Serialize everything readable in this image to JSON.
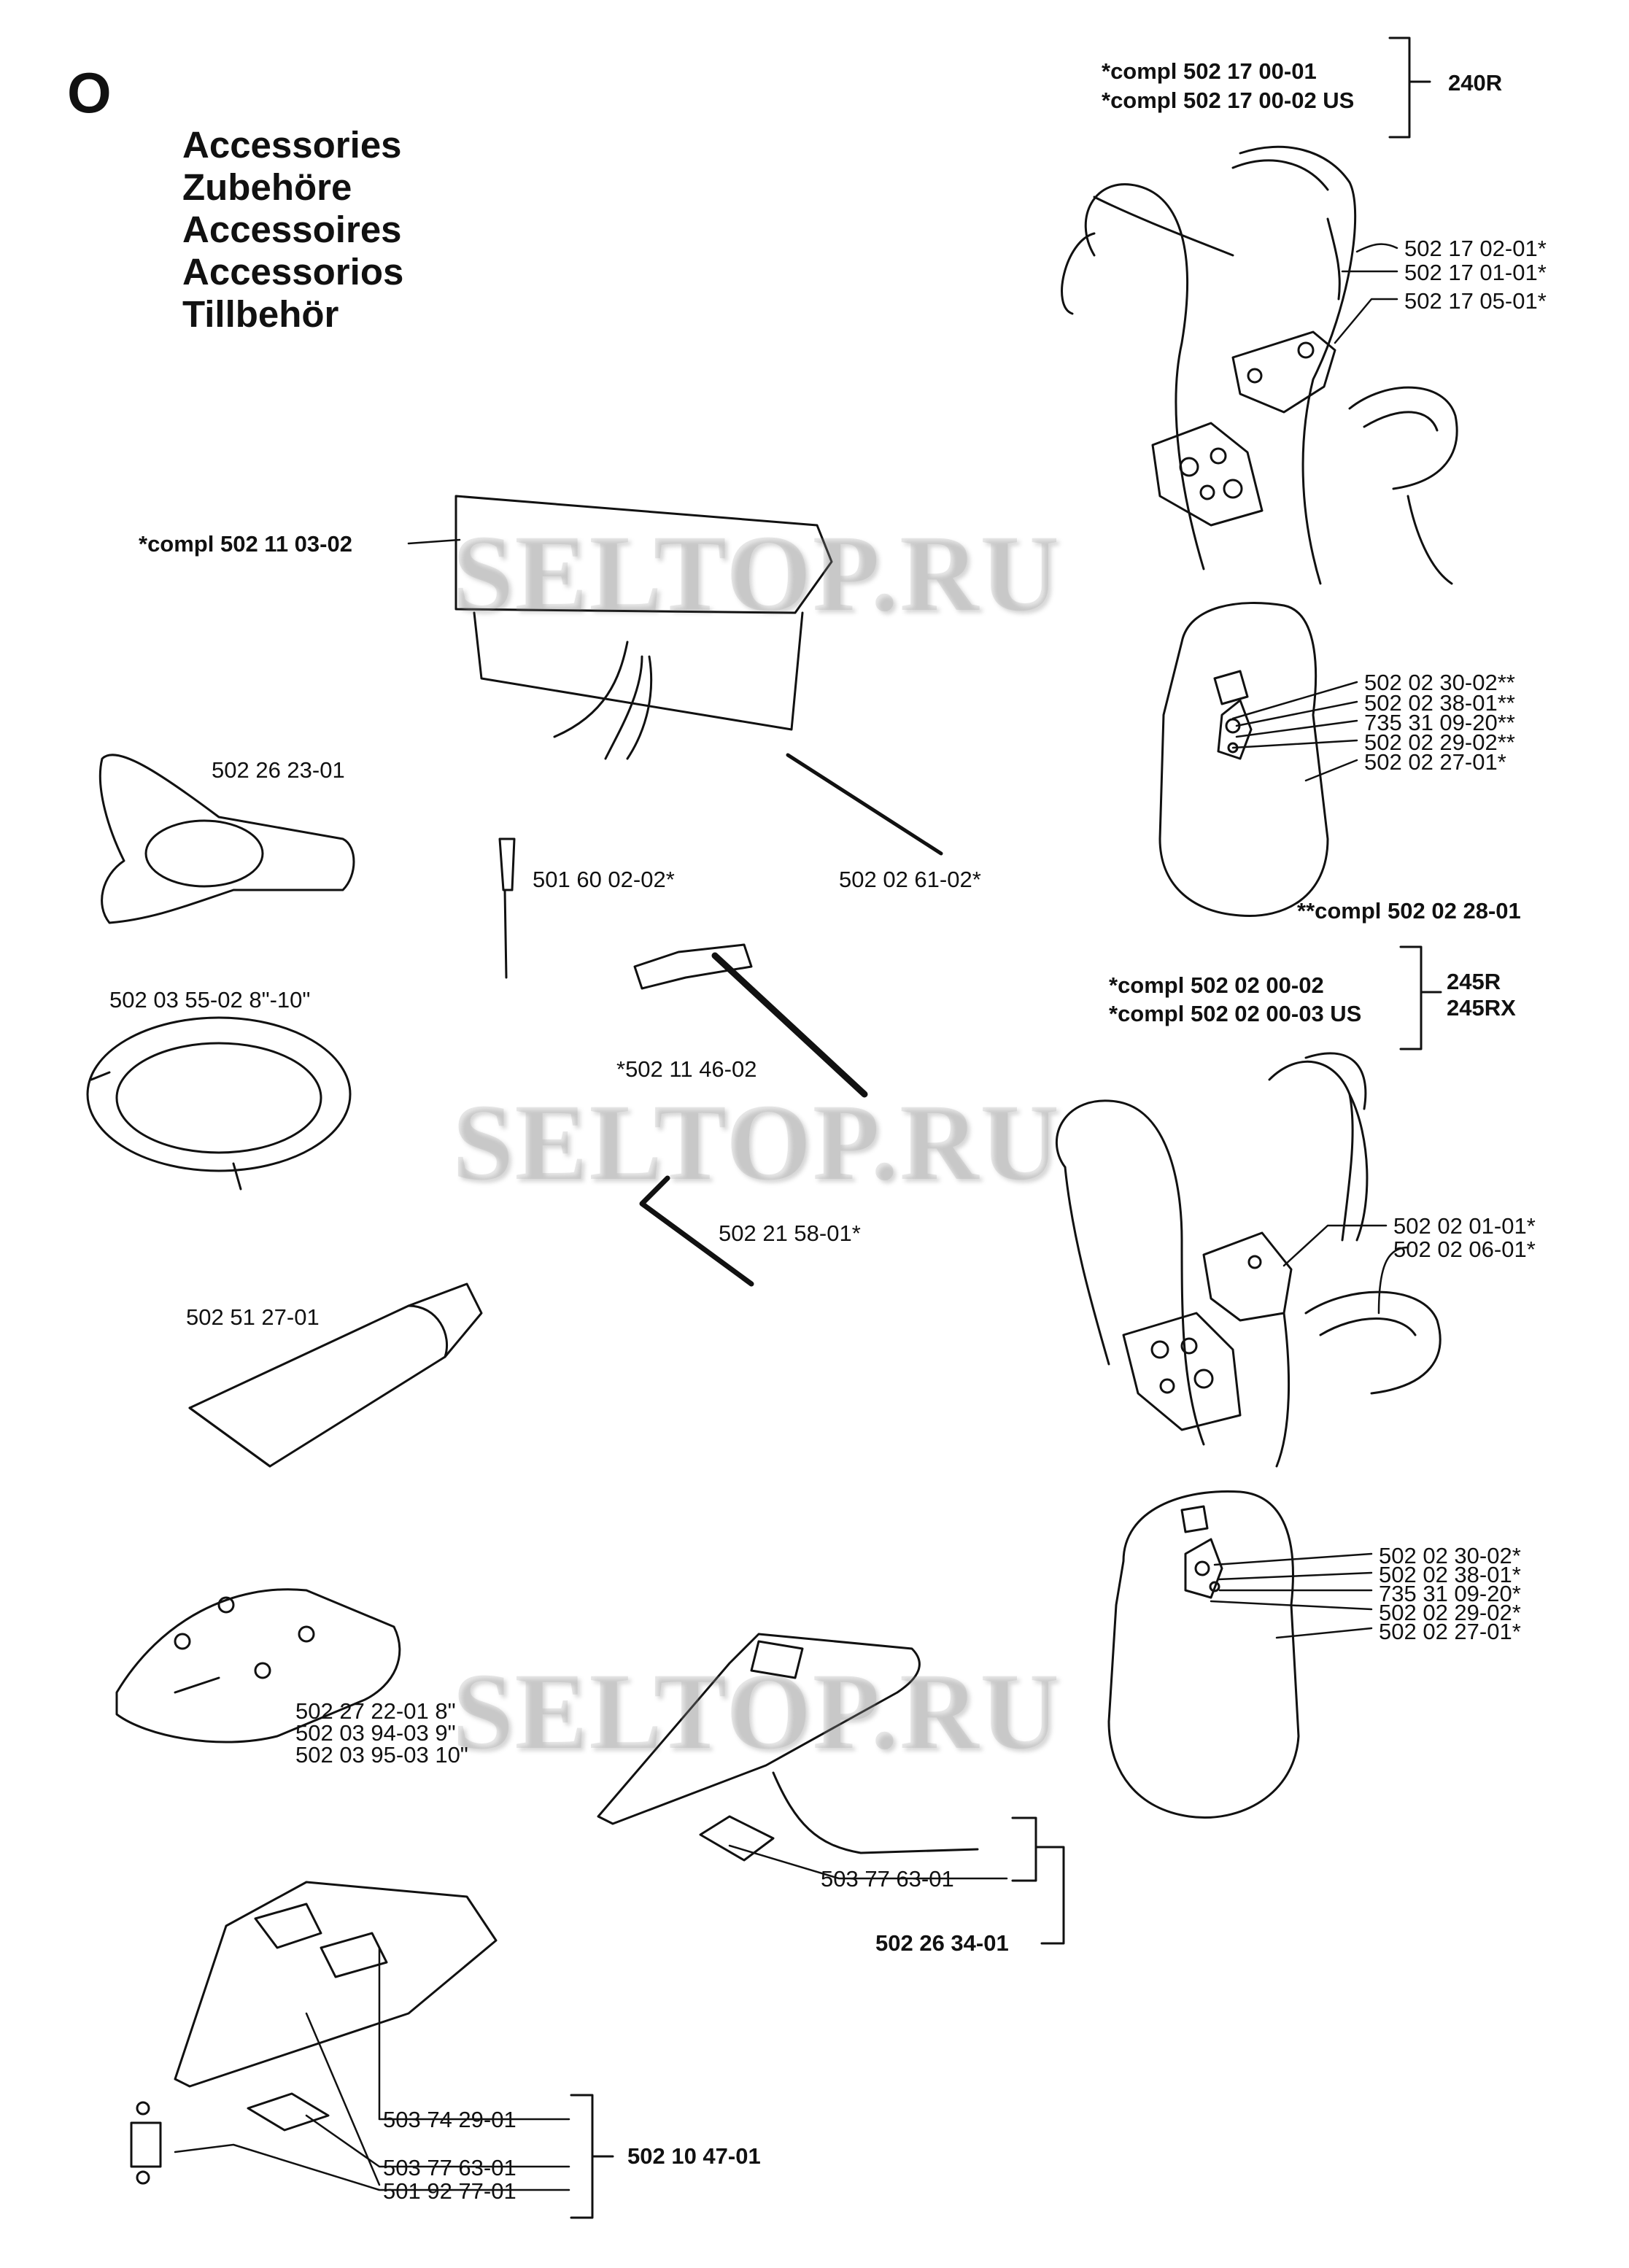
{
  "section_letter": "O",
  "titles": [
    "Accessories",
    "Zubehöre",
    "Accessoires",
    "Accessorios",
    "Tillbehör"
  ],
  "watermark": "SELTOP.RU",
  "harness_240r": {
    "compl_lines": [
      "*compl 502 17 00-01",
      "*compl 502 17 00-02 US"
    ],
    "model": "240R",
    "upper_parts": [
      "502 17 02-01*",
      "502 17 01-01*",
      "502 17 05-01*"
    ],
    "pad_parts": [
      "502 02 30-02**",
      "502 02 38-01**",
      "735 31 09-20**",
      "502 02 29-02**",
      "502 02 27-01*"
    ],
    "pad_compl": "**compl 502 02 28-01"
  },
  "harness_245r": {
    "compl_lines": [
      "*compl 502 02 00-02",
      "*compl 502 02 00-03 US"
    ],
    "models": [
      "245R",
      "245RX"
    ],
    "upper_parts": [
      "502 02 01-01*",
      "502 02 06-01*"
    ],
    "pad_parts": [
      "502 02 30-02*",
      "502 02 38-01*",
      "735 31 09-20*",
      "502 02 29-02*",
      "502 02 27-01*"
    ]
  },
  "tool_bag": "*compl 502 11 03-02",
  "parts": {
    "support_cup": "502 26 23-01",
    "pin": "501 60 02-02*",
    "screwdriver": "502 02 61-02*",
    "trimmer_guard_ring": "502 03 55-02 8\"-10\"",
    "combination_spanner": "*502 11 46-02",
    "hex_key": "502 21 58-01*",
    "grease_tube": "502 51 27-01",
    "blade_guard_lines": [
      "502 27 22-01 8\"",
      "502 03 94-03 9\"",
      "502 03 95-03 10\""
    ],
    "guard_plate_a": "503 77 63-01",
    "guard_kit_a": "502 26 34-01",
    "decal": "503 74 29-01",
    "guard_plate_b": "503 77 63-01",
    "bracket": "501 92 77-01",
    "guard_kit_b": "502 10 47-01"
  }
}
